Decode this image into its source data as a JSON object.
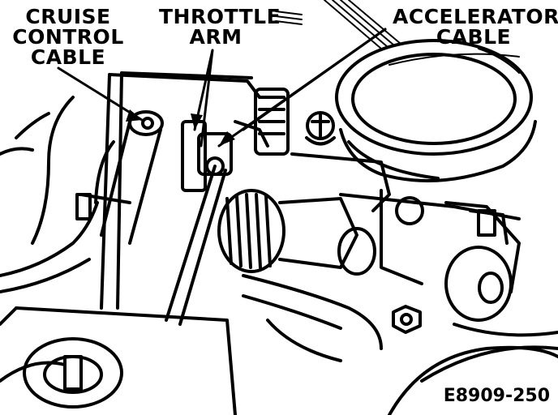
{
  "labels": {
    "cruise_control_cable": [
      "CRUISE",
      "CONTROL",
      "CABLE"
    ],
    "throttle_arm": [
      "THROTTLE",
      "ARM"
    ],
    "accelerator_cable": [
      "ACCELERATOR",
      "CABLE"
    ]
  },
  "figure_code": "E8909-250",
  "colors": {
    "ink": "#000000",
    "paper": "#ffffff"
  }
}
